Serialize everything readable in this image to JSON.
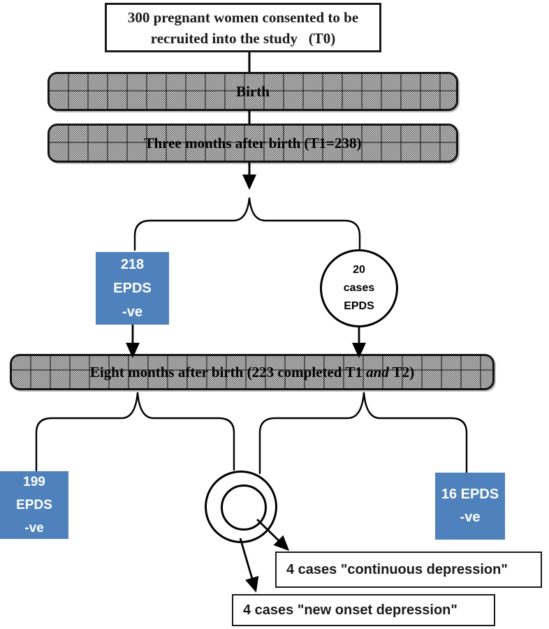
{
  "diagram": {
    "title_box": {
      "line1": "300 pregnant women consented to be",
      "line2": "recruited into the study   (T0)"
    },
    "bars": {
      "birth": "Birth",
      "three_months": "Three months after birth (T1=238)",
      "eight_months_pre": "Eight months after birth (223 completed T1 ",
      "eight_months_italic": "and",
      "eight_months_post": " T2)"
    },
    "nodes": {
      "epds_negative_218": [
        "218",
        "EPDS",
        "-ve"
      ],
      "epds_cases_20": [
        "20",
        "cases",
        "EPDS"
      ],
      "epds_negative_199": [
        "199",
        "EPDS",
        "-ve"
      ],
      "epds_negative_16": [
        "16 EPDS",
        "-ve"
      ]
    },
    "outcomes": {
      "continuous": "4 cases \"continuous depression\"",
      "new_onset": "4 cases \"new onset depression\""
    },
    "colors": {
      "accent_blue": "#4f81bd",
      "line_black": "#1a1a1a",
      "bar_fill_dark": "#5a5a5a",
      "bar_fill_light": "#dedede"
    }
  }
}
